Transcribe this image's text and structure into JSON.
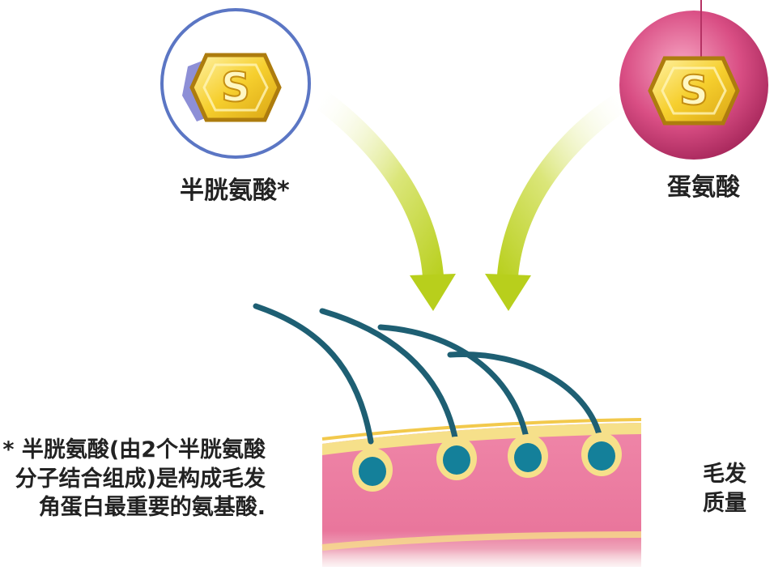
{
  "diagram": {
    "molecule_left": {
      "symbol": "S",
      "label": "半胱氨酸*",
      "colors": {
        "ring": "#5b76c4",
        "fill": "#ffffff",
        "hex": "#f4c82a",
        "shadow": "#8f8fd6"
      }
    },
    "molecule_right": {
      "symbol": "S",
      "label": "蛋氨酸",
      "colors": {
        "sphere": "#d8487f",
        "hex": "#f4c82a"
      }
    },
    "note_lines": [
      "* 半胱氨酸(由2个半胱氨酸",
      "分子结合组成)是构成毛发",
      "角蛋白最重要的氨基酸."
    ],
    "hair_label_lines": [
      "毛发",
      "质量"
    ],
    "colors": {
      "arrow": "#c5d82a",
      "hair": "#1e5f73",
      "follicle": "#14809a",
      "skin": "#e8739a",
      "skin_top": "#f0b8a0",
      "fat_line": "#f2c94c"
    }
  }
}
